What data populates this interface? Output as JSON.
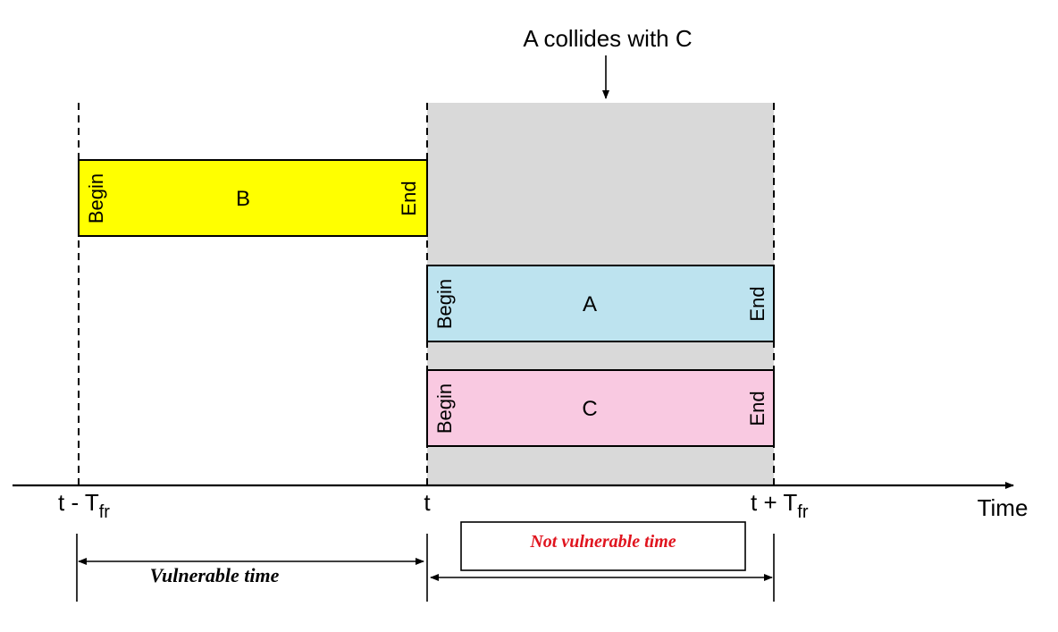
{
  "title": "A collides with C",
  "frames": {
    "b": {
      "label": "B",
      "begin": "Begin",
      "end": "End",
      "color": "#ffff00"
    },
    "a": {
      "label": "A",
      "begin": "Begin",
      "end": "End",
      "color": "#bde3ef"
    },
    "c": {
      "label": "C",
      "begin": "Begin",
      "end": "End",
      "color": "#f9c9e1"
    }
  },
  "colors": {
    "shaded_region": "#d9d9d9",
    "not_vulnerable_text": "#e0141e",
    "line": "#000000"
  },
  "axis": {
    "label": "Time",
    "tick_left": {
      "base": "t - T",
      "sub": "fr"
    },
    "tick_mid": {
      "base": "t"
    },
    "tick_right": {
      "base": "t + T",
      "sub": "fr"
    }
  },
  "annotations": {
    "vulnerable": "Vulnerable time",
    "not_vulnerable": "Not vulnerable time"
  }
}
